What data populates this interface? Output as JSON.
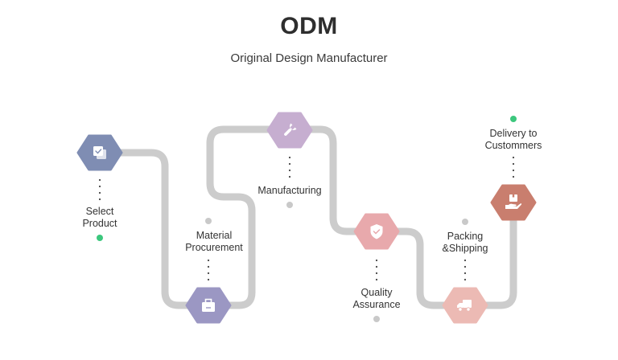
{
  "header": {
    "title": "ODM",
    "subtitle": "Original Design Manufacturer"
  },
  "colors": {
    "path": "#cccccc",
    "start_dot": "#3cc77d",
    "end_dot": "#3cc77d",
    "marker_dot": "#c9c9c9",
    "icon": "#ffffff"
  },
  "steps": [
    {
      "id": "select-product",
      "label_lines": [
        "Select",
        "Product"
      ],
      "icon": "checkbox-stack-icon",
      "color": "#7f8db3",
      "marker": "start"
    },
    {
      "id": "material-procurement",
      "label_lines": [
        "Material",
        "Procurement"
      ],
      "icon": "shopping-bag-icon",
      "color": "#9b97c3",
      "marker": "grey"
    },
    {
      "id": "manufacturing",
      "label_lines": [
        "Manufacturing"
      ],
      "icon": "wrench-icon",
      "color": "#c6aed0",
      "marker": "grey"
    },
    {
      "id": "quality-assurance",
      "label_lines": [
        "Quality",
        "Assurance"
      ],
      "icon": "shield-check-icon",
      "color": "#e8a9ac",
      "marker": "grey"
    },
    {
      "id": "packing-shipping",
      "label_lines": [
        "Packing",
        "&Shipping"
      ],
      "icon": "truck-icon",
      "color": "#ecbab4",
      "marker": "grey"
    },
    {
      "id": "delivery",
      "label_lines": [
        "Delivery to",
        "Custommers"
      ],
      "icon": "hand-box-icon",
      "color": "#c97e6e",
      "marker": "end"
    }
  ]
}
